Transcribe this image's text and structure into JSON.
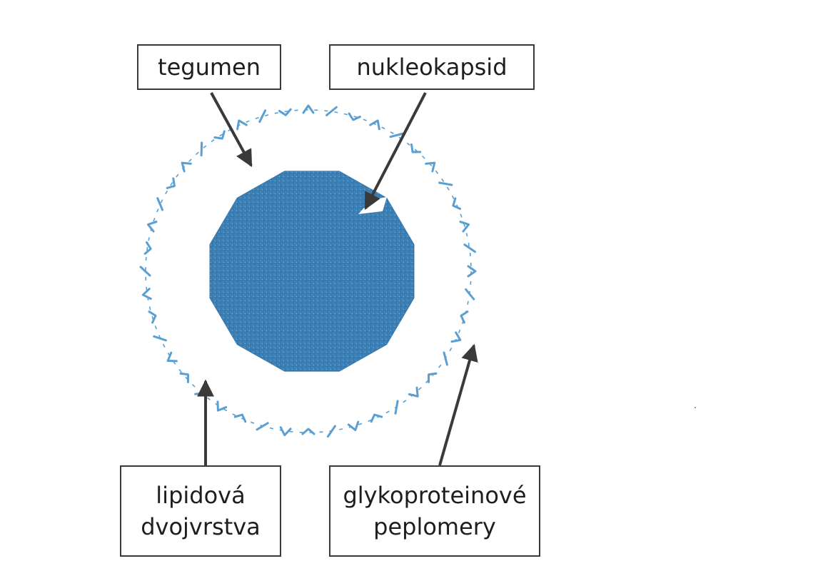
{
  "labels": {
    "tegumen": "tegumen",
    "nukleokapsid": "nukleokapsid",
    "lipidova_line1": "lipidová",
    "lipidova_line2": "dvojvrstva",
    "glyko_line1": "glykoproteinové",
    "glyko_line2": "peplomery"
  },
  "colors": {
    "capsid": "#3e82b8",
    "capsid_texture": "#2a6796",
    "envelope": "#5b9fd1",
    "arrow": "#3a3a3a",
    "text": "#1e1e1e"
  }
}
